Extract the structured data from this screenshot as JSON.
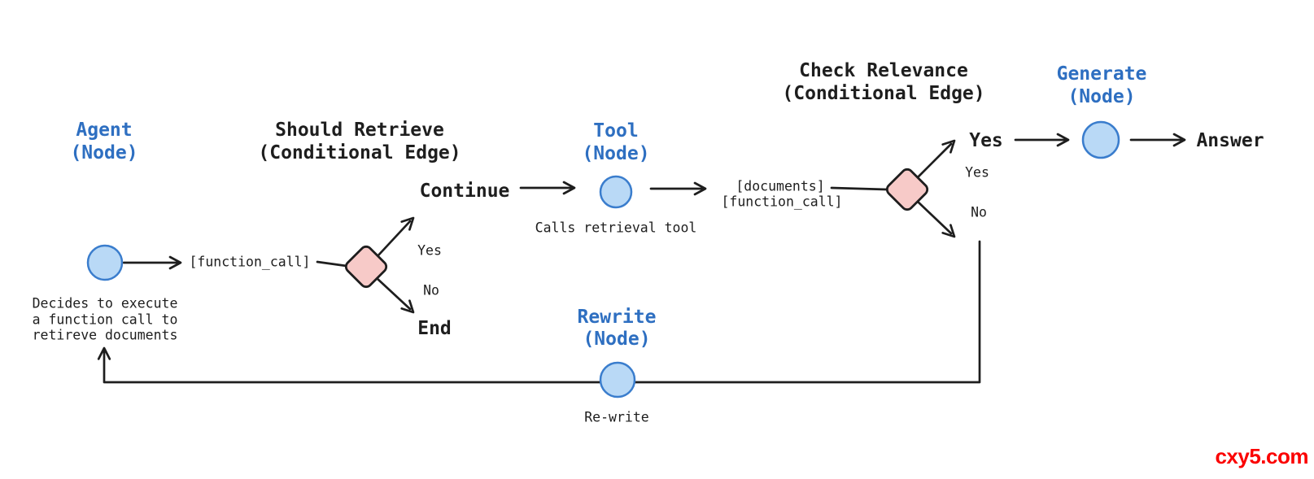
{
  "watermark": {
    "text": "cxy5.com",
    "color": "#fb0000"
  },
  "colors": {
    "background": "#ffffff",
    "ink": "#1e1e1e",
    "title_blue": "#2e6fc1",
    "node_fill": "#b9d9f6",
    "node_stroke": "#3a7dcd",
    "diamond_fill": "#f7cac8",
    "diamond_stroke": "#1e1e1e"
  },
  "nodes": {
    "agent": {
      "title": "Agent",
      "subtitle": "(Node)",
      "caption_line1": "Decides to execute",
      "caption_line2": "a function call to",
      "caption_line3": "retireve documents"
    },
    "tool": {
      "title": "Tool",
      "subtitle": "(Node)",
      "caption": "Calls retrieval tool"
    },
    "rewrite": {
      "title": "Rewrite",
      "subtitle": "(Node)",
      "caption": "Re-write"
    },
    "generate": {
      "title": "Generate",
      "subtitle": "(Node)"
    }
  },
  "conditional_edges": {
    "should_retrieve": {
      "title": "Should Retrieve",
      "subtitle": "(Conditional Edge)",
      "input_label": "[function_call]",
      "yes_label": "Yes",
      "yes_target": "Continue",
      "no_label": "No",
      "no_target": "End"
    },
    "check_relevance": {
      "title": "Check Relevance",
      "subtitle": "(Conditional Edge)",
      "input_label1": "[documents]",
      "input_label2": "[function_call]",
      "yes_label": "Yes",
      "yes_target": "Yes",
      "no_label": "No"
    }
  },
  "outputs": {
    "answer": "Answer"
  }
}
